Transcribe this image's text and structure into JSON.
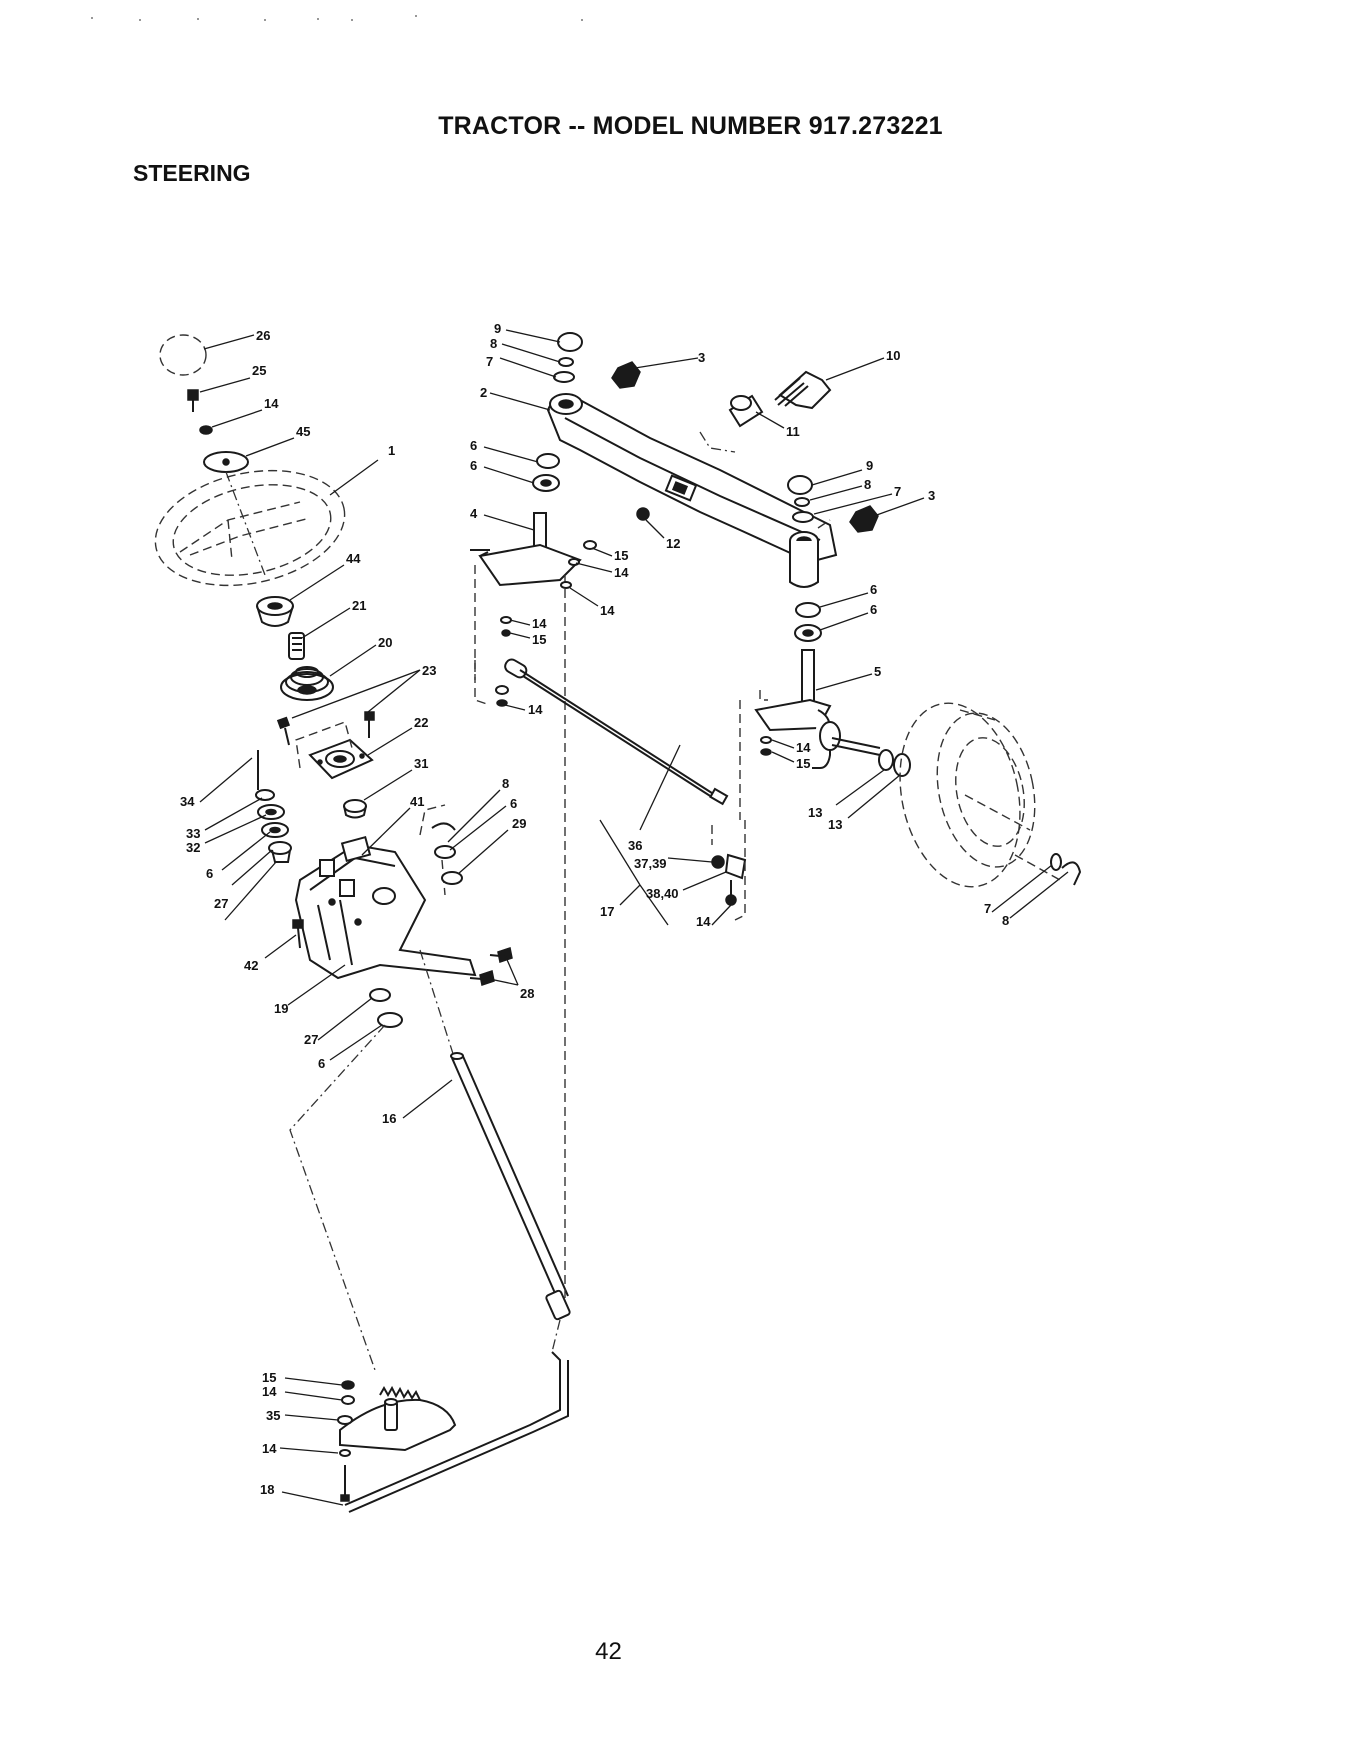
{
  "header": {
    "title": "TRACTOR -- MODEL NUMBER 917.273221",
    "section": "STEERING"
  },
  "footer": {
    "page_number": "42"
  },
  "callouts": [
    "26",
    "25",
    "14",
    "45",
    "1",
    "44",
    "21",
    "20",
    "23",
    "22",
    "31",
    "41",
    "8",
    "6",
    "29",
    "34",
    "33",
    "32",
    "6",
    "27",
    "42",
    "19",
    "27",
    "6",
    "28",
    "16",
    "15",
    "14",
    "35",
    "14",
    "18",
    "9",
    "8",
    "7",
    "3",
    "2",
    "6",
    "6",
    "4",
    "12",
    "15",
    "14",
    "14",
    "14",
    "15",
    "14",
    "36",
    "37,39",
    "38,40",
    "17",
    "14",
    "10",
    "11",
    "9",
    "8",
    "7",
    "3",
    "6",
    "6",
    "5",
    "14",
    "15",
    "13",
    "13",
    "7",
    "8"
  ]
}
